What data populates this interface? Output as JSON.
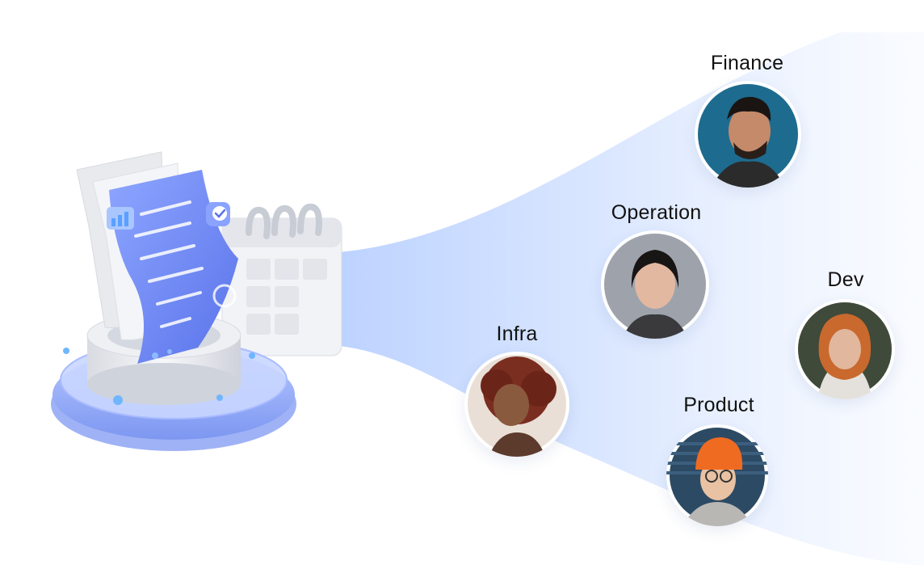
{
  "people": [
    {
      "id": "finance",
      "label": "Finance",
      "bg": "#1d6b8f"
    },
    {
      "id": "operation",
      "label": "Operation",
      "bg": "#9ea3ab"
    },
    {
      "id": "dev",
      "label": "Dev",
      "bg": "#3f4a3a"
    },
    {
      "id": "infra",
      "label": "Infra",
      "bg": "#e9dfd6"
    },
    {
      "id": "product",
      "label": "Product",
      "bg": "#2c4a63"
    }
  ],
  "icons": {
    "hero": "document-calendar-illustration",
    "check": "check-badge-icon",
    "chart": "bar-chart-icon"
  },
  "colors": {
    "beam": "#cfe0ff",
    "accent": "#5b7cf2",
    "document": "#7f98f4"
  }
}
